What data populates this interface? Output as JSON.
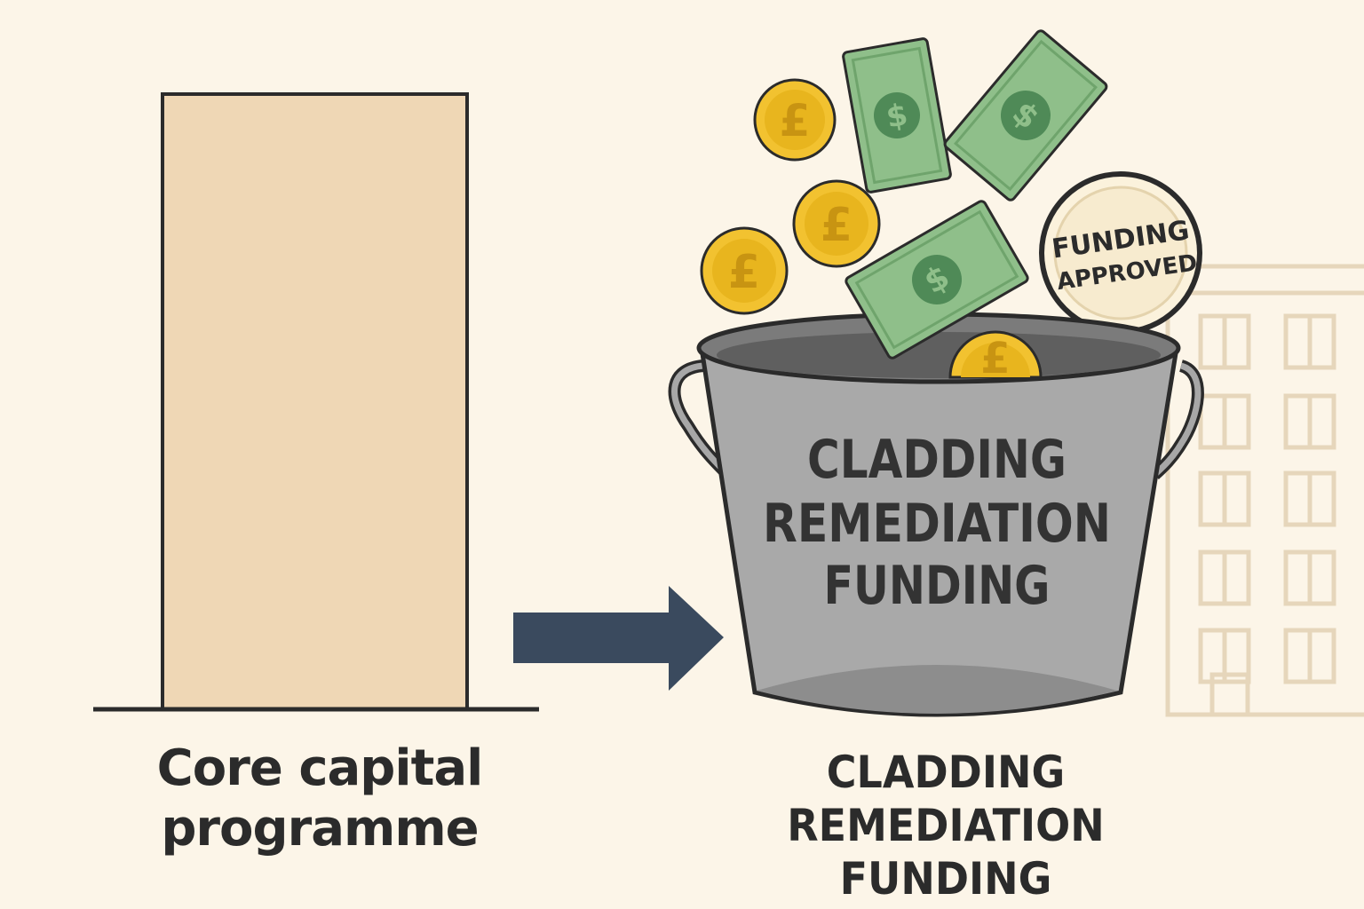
{
  "left_label": {
    "line1": "Core capital",
    "line2": "programme"
  },
  "bucket_text": {
    "line1": "CLADDING",
    "line2": "REMEDIATION",
    "line3": "FUNDING"
  },
  "right_label": {
    "line1": "CLADDING",
    "line2": "REMEDIATION FUNDING"
  },
  "badge": {
    "line1": "FUNDING",
    "line2": "APPROVED"
  },
  "coin_symbol": "£",
  "note_symbol": "$",
  "colors": {
    "background": "#fcf5e8",
    "bar_fill": "#efd7b5",
    "outline": "#2b2b2b",
    "arrow": "#3a4a5e",
    "bucket": "#a9a9a9",
    "bucket_dark": "#8d8d8d",
    "coin": "#f2c230",
    "note": "#8fbf8a",
    "note_dark": "#4f8a57",
    "building": "#e9dbc3"
  }
}
